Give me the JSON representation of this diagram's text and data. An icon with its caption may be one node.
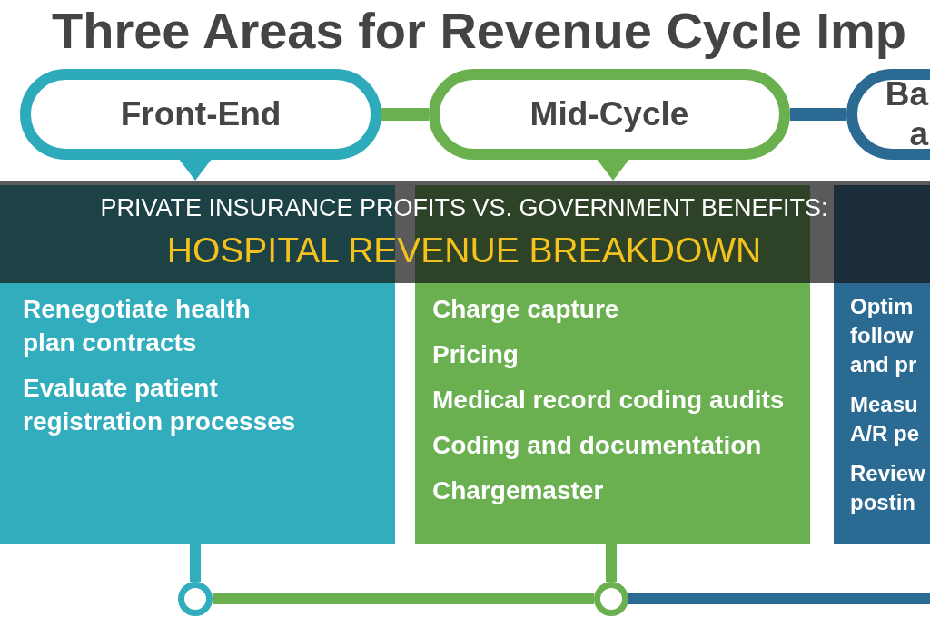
{
  "diagram": {
    "title": "Three Areas for Revenue Cycle Imp",
    "nodes": [
      {
        "text": [
          "Front-End"
        ]
      },
      {
        "text": [
          "Mid-Cycle"
        ]
      },
      {
        "text": [
          "Ba a"
        ]
      },
      {
        "text": [
          "Renegotiate health plan contracts",
          "Evaluate patient registration processes"
        ]
      },
      {
        "text": [
          "Charge capture",
          "Pricing",
          "Medical record coding audits",
          "Coding and documentation",
          "Chargemaster"
        ]
      },
      {
        "text": [
          "Optim follow and pr",
          "Measu A/R pe",
          "Review postin"
        ]
      },
      {
        "text": [],
        "shape": "circle"
      },
      {
        "text": [],
        "shape": "circle"
      }
    ],
    "edges": [
      {
        "from": 0,
        "to": 1,
        "arrow": "none",
        "color": "#6ab04f"
      },
      {
        "from": 1,
        "to": 2,
        "arrow": "none",
        "color": "#2b6a92"
      },
      {
        "from": 3,
        "to": 6,
        "arrow": "none",
        "color": "#31adbd"
      },
      {
        "from": 4,
        "to": 7,
        "arrow": "none",
        "color": "#6ab04f"
      },
      {
        "from": 6,
        "to": 7,
        "arrow": "none",
        "color": "#6ab04f"
      },
      {
        "from": 7,
        "to": null,
        "arrow": "none",
        "color": "#2b6a92"
      }
    ],
    "labels": [
      "PRIVATE INSURANCE PROFITS VS. GOVERNMENT BENEFITS:",
      "HOSPITAL REVENUE BREAKDOWN"
    ]
  }
}
